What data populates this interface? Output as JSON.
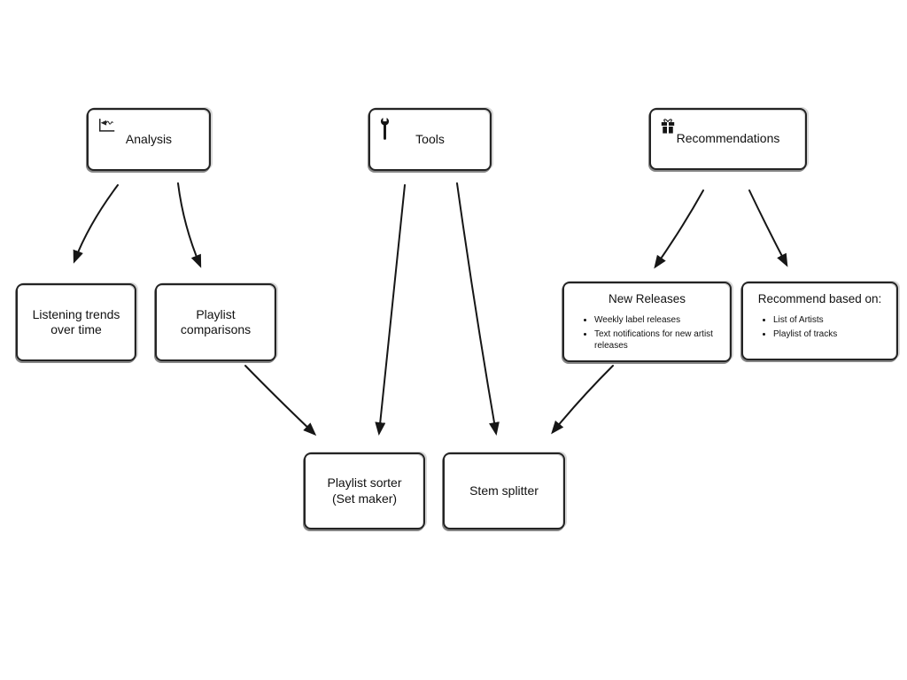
{
  "diagram": {
    "background_color": "#ffffff",
    "ink_color": "#1a1a1a",
    "type": "mind-map"
  },
  "nodes": {
    "analysis": {
      "label": "Analysis",
      "icon": "waveform-chart-icon"
    },
    "tools": {
      "label": "Tools",
      "icon": "wrench-icon"
    },
    "recommendations": {
      "label": "Recommendations",
      "icon": "gift-icon"
    },
    "listening_trends": {
      "label": "Listening trends\nover time"
    },
    "playlist_comparisons": {
      "label": "Playlist\ncomparisons"
    },
    "new_releases": {
      "title": "New Releases",
      "bullets": [
        "Weekly label releases",
        "Text notifications for new artist releases"
      ]
    },
    "recommend_based_on": {
      "title": "Recommend based on:",
      "bullets": [
        "List of Artists",
        "Playlist of tracks"
      ]
    },
    "playlist_sorter": {
      "label": "Playlist sorter\n(Set maker)"
    },
    "stem_splitter": {
      "label": "Stem splitter"
    }
  },
  "edges": [
    {
      "from": "analysis",
      "to": "listening_trends"
    },
    {
      "from": "analysis",
      "to": "playlist_comparisons"
    },
    {
      "from": "playlist_comparisons",
      "to": "playlist_sorter"
    },
    {
      "from": "tools",
      "to": "playlist_sorter"
    },
    {
      "from": "tools",
      "to": "stem_splitter"
    },
    {
      "from": "new_releases",
      "to": "stem_splitter"
    },
    {
      "from": "recommendations",
      "to": "new_releases"
    },
    {
      "from": "recommendations",
      "to": "recommend_based_on"
    }
  ]
}
